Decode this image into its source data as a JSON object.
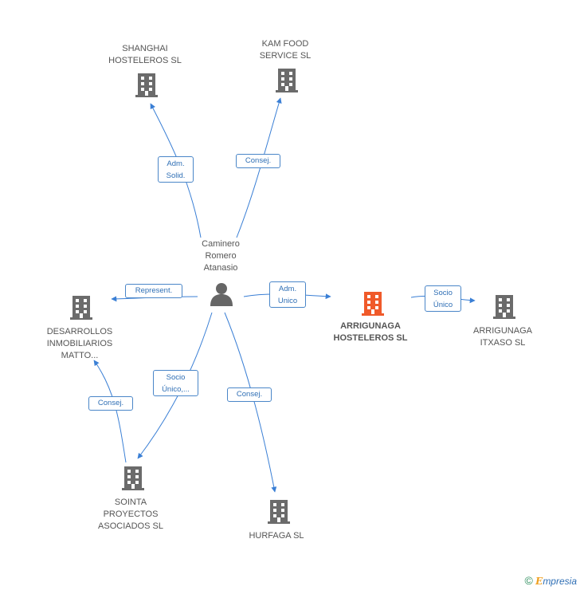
{
  "colors": {
    "edge": "#3a7fd5",
    "building": "#6b6b6b",
    "building_main": "#f05a2a",
    "person": "#666666"
  },
  "center": {
    "name": "Caminero\nRomero\nAtanasio"
  },
  "main_company": {
    "name": "ARRIGUNAGA\nHOSTELEROS SL"
  },
  "companies": {
    "shanghai": "SHANGHAI\nHOSTELEROS SL",
    "kam": "KAM FOOD\nSERVICE  SL",
    "desarrollos": "DESARROLLOS\nINMOBILIARIOS\nMATTO...",
    "itxaso": "ARRIGUNAGA\nITXASO SL",
    "sointa": "SOINTA\nPROYECTOS\nASOCIADOS SL",
    "hurfaga": "HURFAGA SL"
  },
  "relations": {
    "shanghai": "Adm.\nSolid.",
    "kam": "Consej.",
    "represent": "Represent.",
    "main": "Adm.\nUnico",
    "itxaso": "Socio\nÚnico",
    "sointa": "Socio\nÚnico,...",
    "hurfaga": "Consej.",
    "desarrollos": "Consej."
  },
  "footer": {
    "copyright": "©",
    "brand_initial": "E",
    "brand_rest": "mpresia"
  }
}
